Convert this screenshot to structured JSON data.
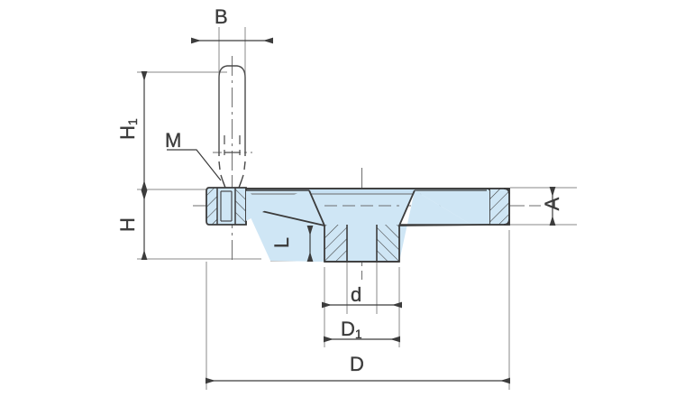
{
  "drawing": {
    "title": "handwheel-cross-section",
    "type": "mechanical-engineering-cross-section",
    "background_color": "#ffffff",
    "line_color": "#3c3c3c",
    "fill_color": "#cfe6f5",
    "hatch_color": "#3c3c3c",
    "label_color": "#3c3c3c"
  },
  "dimensions": {
    "B": {
      "label": "B",
      "description": "handle-grip-width",
      "orientation": "horizontal",
      "position": "top"
    },
    "H1": {
      "label": "H",
      "sub": "1",
      "description": "overall-height-including-handle",
      "orientation": "vertical",
      "position": "left"
    },
    "H": {
      "label": "H",
      "description": "hub-height-below-rim",
      "orientation": "vertical",
      "position": "left"
    },
    "M": {
      "label": "M",
      "description": "handle-thread-callout",
      "orientation": "leader",
      "position": "left-upper"
    },
    "L": {
      "label": "L",
      "description": "hub-projection-depth",
      "orientation": "vertical",
      "position": "center-left"
    },
    "A": {
      "label": "A",
      "description": "rim-thickness",
      "orientation": "vertical",
      "position": "right"
    },
    "d": {
      "label": "d",
      "description": "center-bore-diameter",
      "orientation": "horizontal",
      "position": "bottom"
    },
    "D1": {
      "label": "D",
      "sub": "1",
      "description": "hub-outer-diameter",
      "orientation": "horizontal",
      "position": "bottom"
    },
    "D": {
      "label": "D",
      "description": "overall-wheel-diameter",
      "orientation": "horizontal",
      "position": "bottom"
    }
  }
}
